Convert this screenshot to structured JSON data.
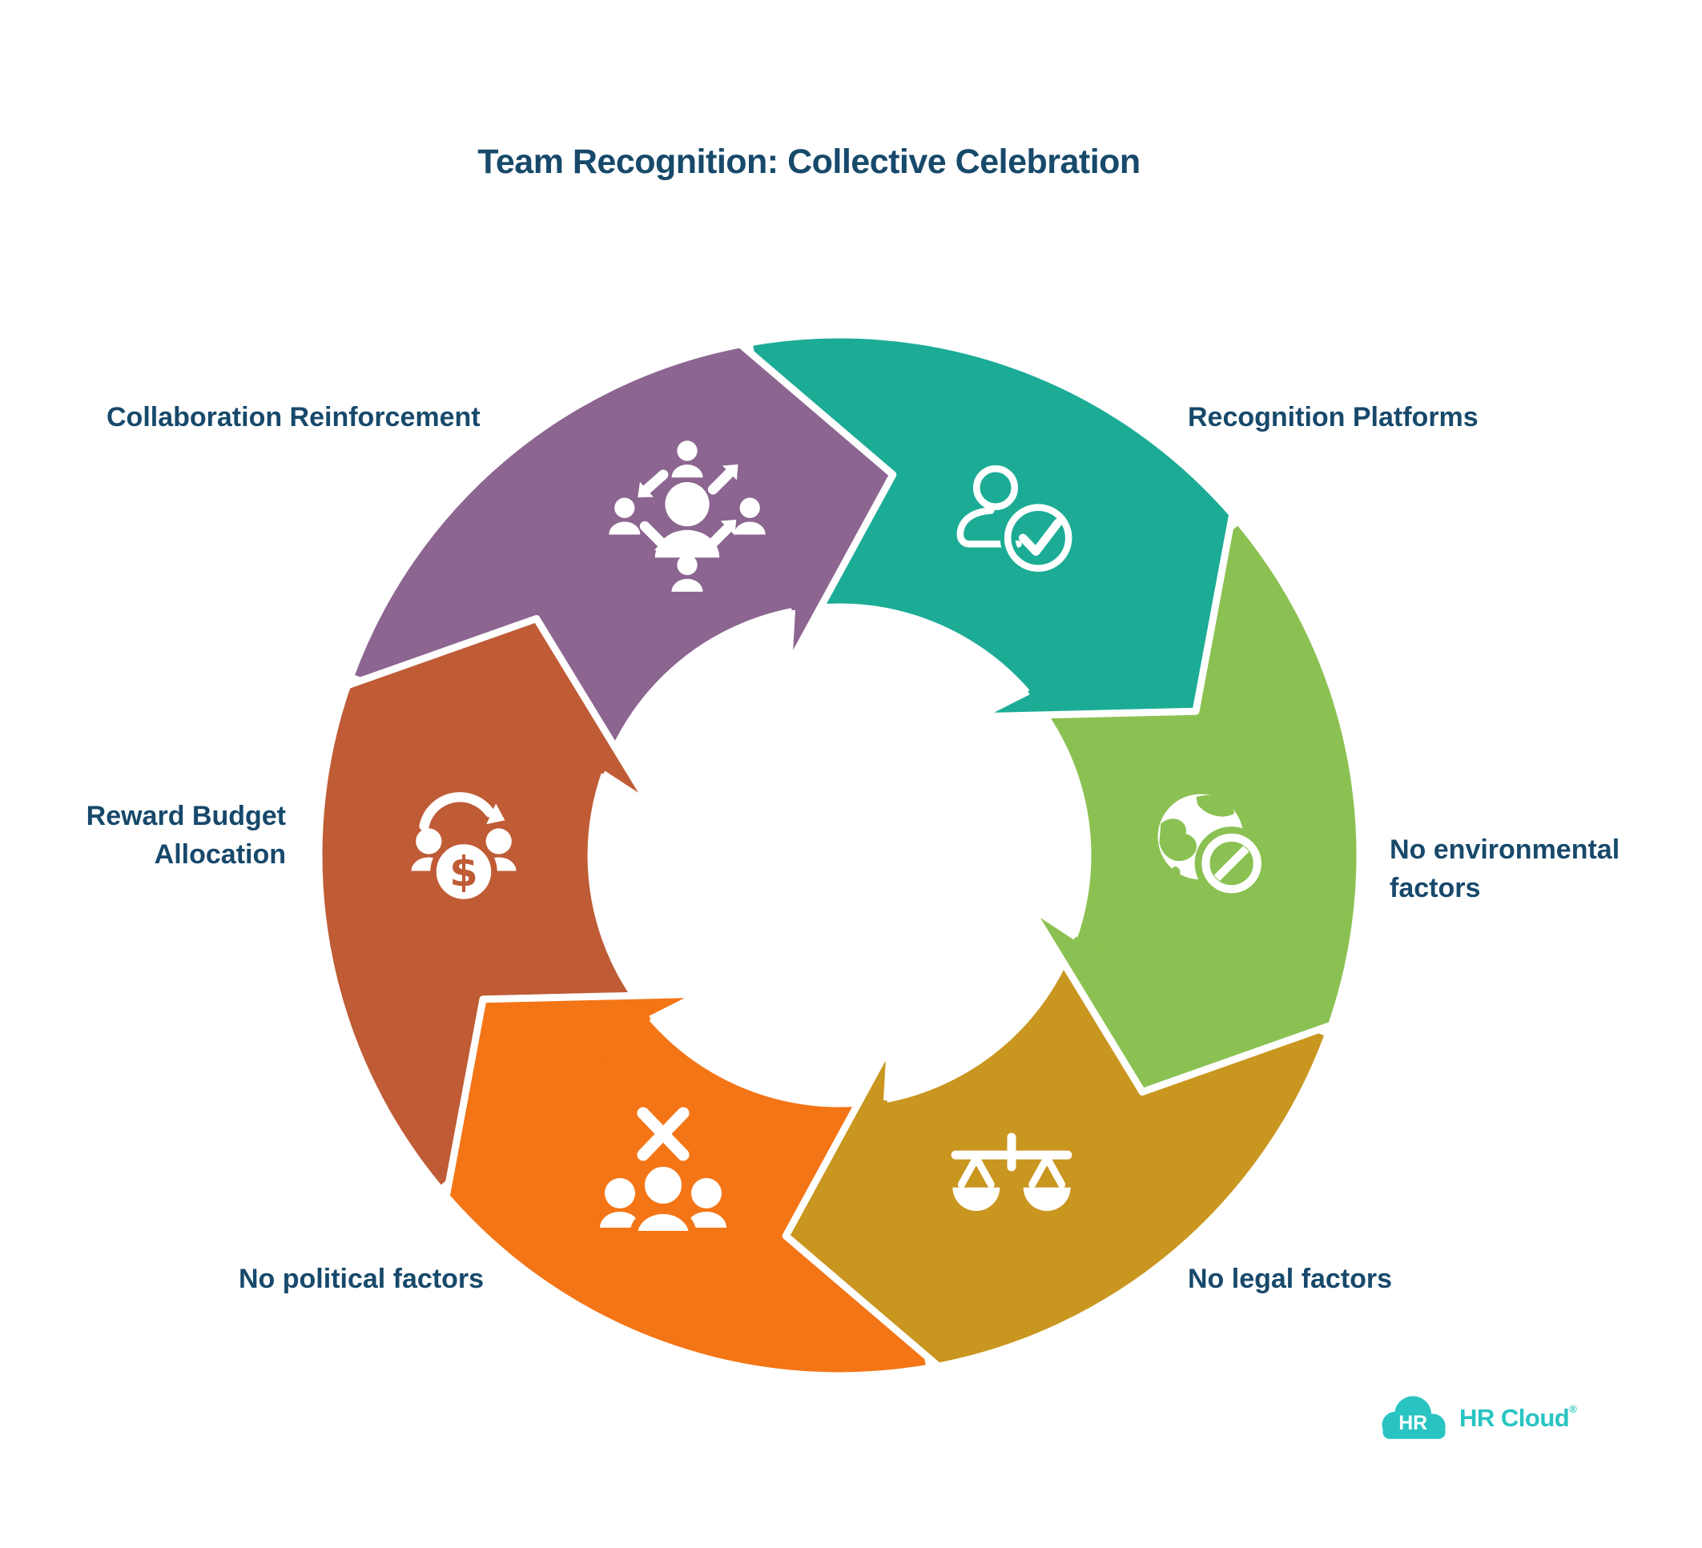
{
  "title": "Team Recognition: Collective Celebration",
  "colors": {
    "title_text": "#17496B",
    "label_text": "#17496B",
    "background": "#FFFFFF",
    "separator_stroke": "#FFFFFF"
  },
  "diagram": {
    "type": "cycle-arrows",
    "direction": "clockwise",
    "segments": [
      {
        "id": "collaboration-reinforcement",
        "label": "Collaboration Reinforcement",
        "color": "#8C6590",
        "icon": "people-network-icon",
        "clock_deg": 330
      },
      {
        "id": "recognition-platforms",
        "label": "Recognition Platforms",
        "color": "#1CAC96",
        "icon": "person-check-icon",
        "clock_deg": 30
      },
      {
        "id": "no-environmental-factors",
        "label": "No environmental factors",
        "color": "#8BC152",
        "icon": "globe-prohibited-icon",
        "clock_deg": 90
      },
      {
        "id": "no-legal-factors",
        "label": "No legal factors",
        "color": "#C9961F",
        "icon": "scales-of-justice-icon",
        "clock_deg": 150
      },
      {
        "id": "no-political-factors",
        "label": "No political factors",
        "color": "#F47516",
        "icon": "group-x-icon",
        "clock_deg": 210
      },
      {
        "id": "reward-budget-allocation",
        "label": "Reward Budget Allocation",
        "color": "#BF5B35",
        "icon": "people-money-exchange-icon",
        "clock_deg": 270
      }
    ]
  },
  "logo": {
    "badge_text": "HR",
    "brand_text": "HR Cloud",
    "trademark_symbol": "®",
    "color": "#29C4C2"
  }
}
